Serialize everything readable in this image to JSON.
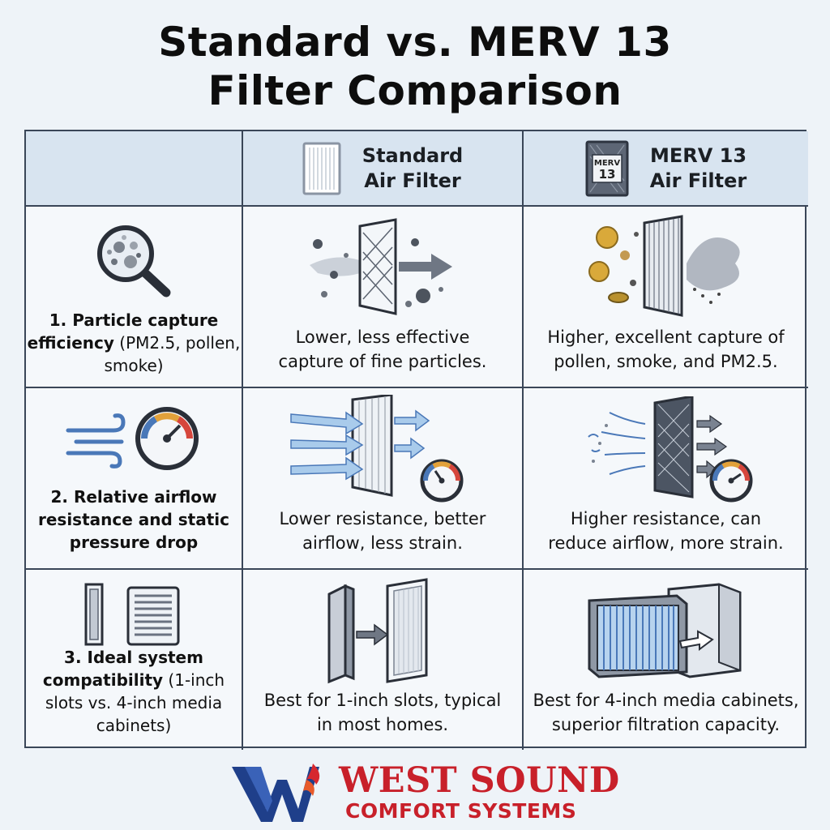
{
  "title": {
    "line1": "Standard vs. MERV 13",
    "line2": "Filter Comparison"
  },
  "header": {
    "standard": {
      "line1": "Standard",
      "line2": "Air Filter"
    },
    "merv": {
      "line1": "MERV 13",
      "line2": "Air Filter",
      "badge_top": "MERV",
      "badge_bottom": "13"
    }
  },
  "rows": [
    {
      "criterion_bold": "1. Particle capture efficiency",
      "criterion_rest": " (PM2.5, pollen, smoke)",
      "standard": {
        "line1": "Lower, less effective",
        "line2": "capture of fine particles."
      },
      "merv": {
        "line1": "Higher, excellent capture of",
        "line2": "pollen, smoke, and PM2.5."
      }
    },
    {
      "criterion_bold": "2. Relative airflow resistance and static pressure drop",
      "criterion_rest": "",
      "standard": {
        "line1": "Lower resistance, better",
        "line2": "airflow, less strain."
      },
      "merv": {
        "line1": "Higher resistance, can",
        "line2": "reduce airflow, more strain."
      }
    },
    {
      "criterion_bold": "3. Ideal system compatibility",
      "criterion_rest": " (1-inch slots vs. 4-inch media cabinets)",
      "standard": {
        "line1": "Best for 1-inch slots, typical",
        "line2": "in most homes."
      },
      "merv": {
        "line1": "Best for 4-inch media cabinets,",
        "line2": "superior filtration capacity."
      }
    }
  ],
  "brand": {
    "line1": "WEST SOUND",
    "line2": "COMFORT SYSTEMS"
  },
  "icons": {
    "row1_criterion": "magnifier-particles-icon",
    "row2_criterion": "wind-gauge-icon",
    "row3_criterion": "filter-slots-icon"
  },
  "colors": {
    "brand_red": "#c8202a",
    "brand_blue": "#1f3f8a",
    "header_bg": "#d8e4f0",
    "border": "#3a4658"
  }
}
